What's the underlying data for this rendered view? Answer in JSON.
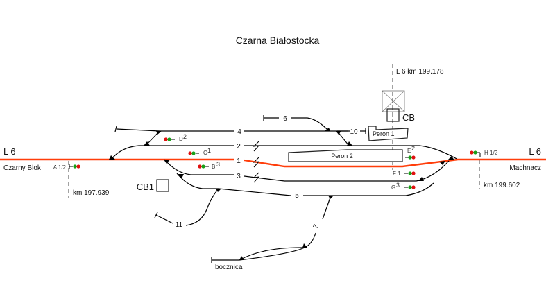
{
  "title": "Czarna Białostocka",
  "colors": {
    "main_line": "#ff3d0a",
    "track": "#000000",
    "signal_red": "#e01010",
    "signal_green": "#18a018"
  },
  "lines": {
    "left": {
      "label": "L 6",
      "neighbor_station": "Czarny Blok",
      "km": "km  197.939"
    },
    "right": {
      "label": "L 6",
      "neighbor_station": "Machnacz",
      "km": "km  199.602"
    },
    "station_axis": "L 6  km  199.178"
  },
  "tracks": [
    {
      "id": "1",
      "label": "1",
      "main": true
    },
    {
      "id": "2",
      "label": "2"
    },
    {
      "id": "3",
      "label": "3"
    },
    {
      "id": "4",
      "label": "4"
    },
    {
      "id": "5",
      "label": "5"
    },
    {
      "id": "6",
      "label": "6"
    },
    {
      "id": "7",
      "label": "7"
    },
    {
      "id": "10",
      "label": "10"
    },
    {
      "id": "11",
      "label": "11"
    },
    {
      "id": "siding",
      "label": "bocznica"
    }
  ],
  "signals": [
    {
      "name": "A",
      "suffix": "1/2",
      "aspects": [
        "green",
        "red"
      ]
    },
    {
      "name": "B",
      "suffix": "3",
      "aspects": [
        "red",
        "green"
      ]
    },
    {
      "name": "C",
      "suffix": "1",
      "aspects": [
        "red",
        "green"
      ]
    },
    {
      "name": "D",
      "suffix": "2",
      "aspects": [
        "red",
        "green"
      ]
    },
    {
      "name": "E",
      "suffix": "2",
      "aspects": [
        "green",
        "red"
      ]
    },
    {
      "name": "F",
      "suffix": "1",
      "aspects": [
        "green",
        "red"
      ]
    },
    {
      "name": "G",
      "suffix": "3",
      "aspects": [
        "green",
        "red"
      ]
    },
    {
      "name": "H",
      "suffix": "1/2",
      "aspects": [
        "red",
        "green"
      ]
    }
  ],
  "platforms": [
    {
      "name": "Peron 1"
    },
    {
      "name": "Peron 2"
    }
  ],
  "buildings": [
    {
      "name": "CB"
    },
    {
      "name": "CB1"
    }
  ]
}
